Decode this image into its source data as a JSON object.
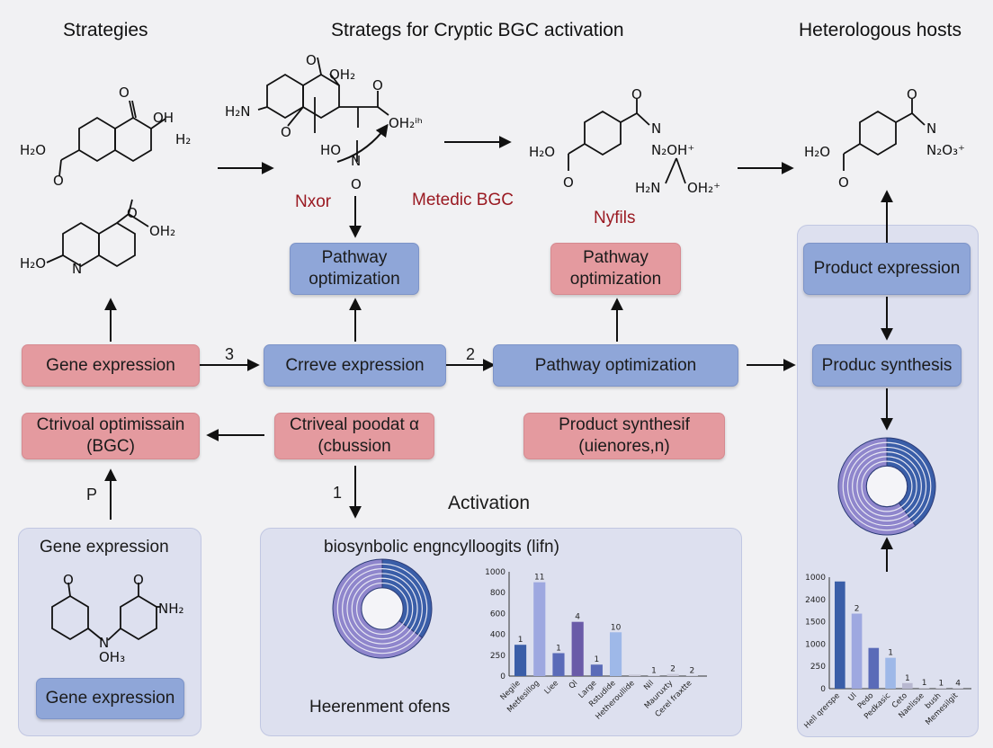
{
  "headers": {
    "left": "Strategies",
    "center": "Strategs for Cryptic BGC activation",
    "right": "Heterologous hosts"
  },
  "labels": {
    "nxor": "Nxor",
    "metedic": "Metedic BGC",
    "nyfils": "Nyfils",
    "activation": "Activation"
  },
  "numbers": {
    "n3": "3",
    "n2": "2",
    "n1": "1",
    "p": "P"
  },
  "boxes": {
    "pathway_opt_1": "Pathway optimization",
    "pathway_opt_2": "Pathway optimization",
    "gene_expression": "Gene expression",
    "crreve_expression": "Crreve expression",
    "pathway_optimization_wide": "Pathway optimization",
    "ctrivoal": "Ctrivoal optimissain (BGC)",
    "ctriveal": "Ctriveal poodat α (cbussion",
    "product_synthesif": "Product synthesif (uienores,n)",
    "product_expression": "Product expression",
    "produc_synthesis": "Produc synthesis",
    "gene_expression_inner": "Gene expression"
  },
  "panels": {
    "left_title": "Gene expression",
    "center_title": "biosynbolic engncylloogits (lifn)",
    "center_footer": "Heerenment ofens"
  },
  "chem": {
    "m1_a": "O",
    "m1_b": "OH",
    "m1_c": "H₂O",
    "m1_d": "H₂",
    "m1_e": "O",
    "m2_a": "O",
    "m2_b": "OH₂",
    "m2_c": "H₂O",
    "m2_d": "N",
    "m3_a": "O",
    "m3_b": "OH₂",
    "m3_c": "H₂N",
    "m3_d": "O",
    "m3_e": "O",
    "m3_f": "OH₂ⁱʰ",
    "m3_g": "HO",
    "m3_h": "N",
    "m3_i": "O",
    "m4_a": "O",
    "m4_b": "N",
    "m4_c": "N₂OH⁺",
    "m4_d": "H₂O",
    "m4_e": "O",
    "m4_f": "H₂N",
    "m4_g": "OH₂⁺",
    "m5_a": "O",
    "m5_b": "N",
    "m5_c": "N₂O₃⁺",
    "m5_d": "H₂O",
    "m5_e": "O",
    "m6_a": "O",
    "m6_b": "O",
    "m6_c": "NH₂",
    "m6_d": "N",
    "m6_e": "OH₃"
  },
  "colors": {
    "blue_box": "#8fa6d8",
    "red_box": "#e49a9f",
    "panel": "#dde0ef",
    "dark_blue": "#3a5ea8",
    "purple": "#8f86cc",
    "red_label": "#9a1a22"
  },
  "chart_data": [
    {
      "type": "pie",
      "values": [
        35,
        65
      ],
      "rings": 6,
      "colors": [
        "#3a5ea8",
        "#8f86cc"
      ]
    },
    {
      "type": "pie",
      "values": [
        40,
        60
      ],
      "rings": 6,
      "colors": [
        "#3a5ea8",
        "#8f86cc"
      ]
    },
    {
      "type": "bar",
      "yticks": [
        "0",
        "250",
        "400",
        "600",
        "800",
        "1000"
      ],
      "ylim": [
        0,
        1000
      ],
      "categories": [
        "Negile",
        "Metfesillog",
        "Liee",
        "Ql",
        "Large",
        "Rstudide",
        "Hetheroullide",
        "Nil",
        "Mauruxty",
        "Cerel fraxtte"
      ],
      "values": [
        300,
        900,
        220,
        520,
        110,
        420,
        15,
        5,
        20,
        5
      ],
      "data_labels": [
        "1",
        "11",
        "1",
        "4",
        "1",
        "10",
        "",
        "1",
        "2",
        "2"
      ],
      "colors": [
        "#3a5ea8",
        "#9ea8e0",
        "#5a6bb8",
        "#6a5ba8",
        "#5a6bb8",
        "#9eb8e8",
        "#c8c8d8",
        "#c8c8d8",
        "#c8c8d8",
        "#c8c8d8"
      ]
    },
    {
      "type": "bar",
      "yticks": [
        "0",
        "250",
        "1000",
        "1500",
        "2400",
        "1000"
      ],
      "ylim": [
        0,
        2600
      ],
      "categories": [
        "Hell qrerspe",
        "Ul",
        "Pedo",
        "Pedkasic",
        "Ceto",
        "Naelisse",
        "bush",
        "Memesilgit"
      ],
      "values": [
        2500,
        1750,
        950,
        720,
        130,
        20,
        15,
        15
      ],
      "data_labels": [
        "",
        "2",
        "",
        "1",
        "1",
        "1",
        "1",
        "4"
      ],
      "colors": [
        "#3a5ea8",
        "#9ea8e0",
        "#5a6bb8",
        "#9eb8e8",
        "#b8b8d0",
        "#c8c8d8",
        "#c8c8d8",
        "#c8c8d8"
      ]
    }
  ]
}
